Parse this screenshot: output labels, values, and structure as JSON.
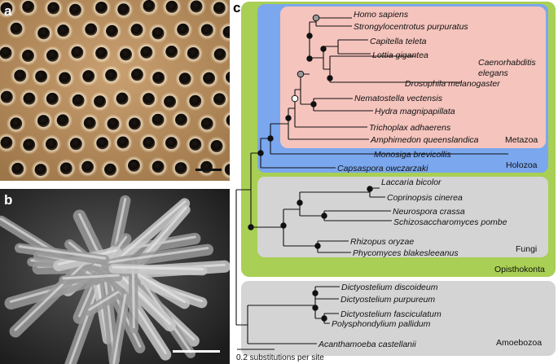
{
  "panels": {
    "a": {
      "letter": "a"
    },
    "b": {
      "letter": "b"
    },
    "c": {
      "letter": "c"
    }
  },
  "tree": {
    "groups": {
      "opisthokonta": "Opisthokonta",
      "holozoa": "Holozoa",
      "metazoa": "Metazoa",
      "fungi": "Fungi",
      "amoebozoa": "Amoebozoa"
    },
    "species": {
      "homo": "Homo sapiens",
      "strongylo": "Strongylocentrotus purpuratus",
      "capitella": "Capitella teleta",
      "lottia": "Lottia gigantea",
      "caeno1": "Caenorhabditis",
      "caeno2": "elegans",
      "drosophila": "Drosophila melanogaster",
      "nematostella": "Nematostella vectensis",
      "hydra": "Hydra magnipapillata",
      "trichoplax": "Trichoplax adhaerens",
      "amphimedon": "Amphimedon queenslandica",
      "monosiga": "Monosiga brevicollis",
      "capsaspora": "Capsaspora owczarzaki",
      "laccaria": "Laccaria bicolor",
      "coprinopsis": "Coprinopsis cinerea",
      "neurospora": "Neurospora crassa",
      "schizo": "Schizosaccharomyces pombe",
      "rhizopus": "Rhizopus oryzae",
      "phycomyces": "Phycomyces blakesleeanus",
      "dicty_disc": "Dictyostelium discoideum",
      "dicty_purp": "Dictyostelium purpureum",
      "dicty_fasc": "Dictyostelium fasciculatum",
      "polysph": "Polysphondylium pallidum",
      "acantha": "Acanthamoeba castellanii"
    },
    "scale_label": "0.2 substitutions per site"
  },
  "colors": {
    "opisthokonta": "#a9cf54",
    "holozoa": "#7aa7ee",
    "metazoa": "#f5c4bd",
    "fungi": "#d4d4d4",
    "amoebozoa": "#d4d4d4",
    "node_black": "#111111",
    "node_grey": "#999999",
    "node_white": "#ffffff"
  }
}
